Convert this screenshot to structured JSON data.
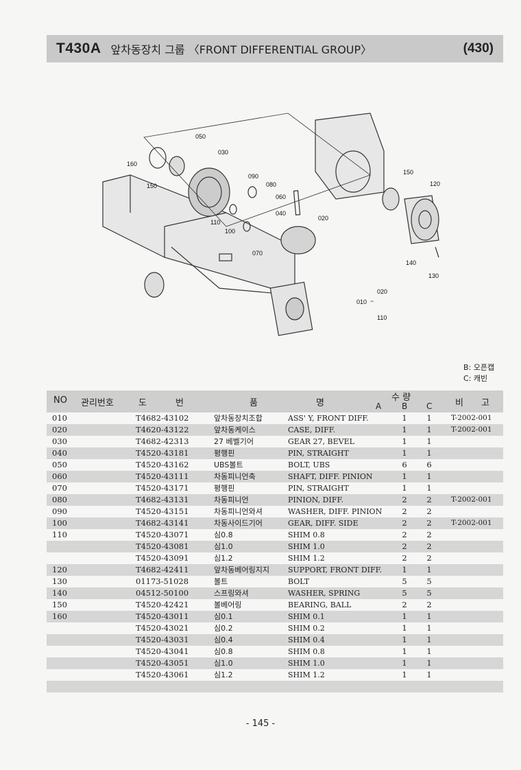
{
  "header": {
    "code": "T430A",
    "title": "앞차동장치 그룹 〈FRONT DIFFERENTIAL GROUP〉",
    "number": "(430)"
  },
  "diagram": {
    "callouts": [
      "050",
      "030",
      "160",
      "150",
      "090",
      "080",
      "060",
      "110",
      "100",
      "040",
      "020",
      "070",
      "150",
      "120",
      "140",
      "130",
      "010",
      "020",
      "~",
      "110"
    ]
  },
  "notes": {
    "b": "B: 오픈캡",
    "c": "C: 캐빈"
  },
  "table": {
    "headers": {
      "no": "NO",
      "mgmt": "관리번호",
      "part_no_1": "도",
      "part_no_2": "번",
      "name_1": "품",
      "name_2": "명",
      "qty": "수 량",
      "a": "A",
      "b": "B",
      "c": "C",
      "remark_1": "비",
      "remark_2": "고"
    },
    "rows": [
      {
        "no": "010",
        "part": "T4682-43102",
        "kr": "앞차동장치조합",
        "en": "ASS' Y, FRONT DIFF.",
        "b": "1",
        "c": "1",
        "rm": "T-2002-001"
      },
      {
        "no": "020",
        "part": "T4620-43122",
        "kr": "앞차동케이스",
        "en": "CASE, DIFF.",
        "b": "1",
        "c": "1",
        "rm": "T-2002-001"
      },
      {
        "no": "030",
        "part": "T4682-42313",
        "kr": "27 베벨기어",
        "en": "GEAR 27, BEVEL",
        "b": "1",
        "c": "1",
        "rm": ""
      },
      {
        "no": "040",
        "part": "T4520-43181",
        "kr": "평행핀",
        "en": "PIN, STRAIGHT",
        "b": "1",
        "c": "1",
        "rm": ""
      },
      {
        "no": "050",
        "part": "T4520-43162",
        "kr": "UBS볼트",
        "en": "BOLT, UBS",
        "b": "6",
        "c": "6",
        "rm": ""
      },
      {
        "no": "060",
        "part": "T4520-43111",
        "kr": "차동피니언축",
        "en": "SHAFT, DIFF. PINION",
        "b": "1",
        "c": "1",
        "rm": ""
      },
      {
        "no": "070",
        "part": "T4520-43171",
        "kr": "평행핀",
        "en": "PIN, STRAIGHT",
        "b": "1",
        "c": "1",
        "rm": ""
      },
      {
        "no": "080",
        "part": "T4682-43131",
        "kr": "차동피니언",
        "en": "PINION, DIFF.",
        "b": "2",
        "c": "2",
        "rm": "T-2002-001"
      },
      {
        "no": "090",
        "part": "T4520-43151",
        "kr": "차동피니언와셔",
        "en": "WASHER, DIFF. PINION",
        "b": "2",
        "c": "2",
        "rm": ""
      },
      {
        "no": "100",
        "part": "T4682-43141",
        "kr": "차동사이드기어",
        "en": "GEAR, DIFF. SIDE",
        "b": "2",
        "c": "2",
        "rm": "T-2002-001"
      },
      {
        "no": "110",
        "part": "T4520-43071",
        "kr": "심0.8",
        "en": "SHIM 0.8",
        "b": "2",
        "c": "2",
        "rm": ""
      },
      {
        "no": "",
        "part": "T4520-43081",
        "kr": "심1.0",
        "en": "SHIM 1.0",
        "b": "2",
        "c": "2",
        "rm": ""
      },
      {
        "no": "",
        "part": "T4520-43091",
        "kr": "심1.2",
        "en": "SHIM 1.2",
        "b": "2",
        "c": "2",
        "rm": ""
      },
      {
        "no": "120",
        "part": "T4682-42411",
        "kr": "앞차동베어링지지",
        "en": "SUPPORT, FRONT DIFF.",
        "b": "1",
        "c": "1",
        "rm": ""
      },
      {
        "no": "130",
        "part": "01173-51028",
        "kr": "볼트",
        "en": "BOLT",
        "b": "5",
        "c": "5",
        "rm": ""
      },
      {
        "no": "140",
        "part": "04512-50100",
        "kr": "스프링와셔",
        "en": "WASHER, SPRING",
        "b": "5",
        "c": "5",
        "rm": ""
      },
      {
        "no": "150",
        "part": "T4520-42421",
        "kr": "볼베어링",
        "en": "BEARING, BALL",
        "b": "2",
        "c": "2",
        "rm": ""
      },
      {
        "no": "160",
        "part": "T4520-43011",
        "kr": "심0.1",
        "en": "SHIM 0.1",
        "b": "1",
        "c": "1",
        "rm": ""
      },
      {
        "no": "",
        "part": "T4520-43021",
        "kr": "심0.2",
        "en": "SHIM 0.2",
        "b": "1",
        "c": "1",
        "rm": ""
      },
      {
        "no": "",
        "part": "T4520-43031",
        "kr": "심0.4",
        "en": "SHIM 0.4",
        "b": "1",
        "c": "1",
        "rm": ""
      },
      {
        "no": "",
        "part": "T4520-43041",
        "kr": "심0.8",
        "en": "SHIM 0.8",
        "b": "1",
        "c": "1",
        "rm": ""
      },
      {
        "no": "",
        "part": "T4520-43051",
        "kr": "심1.0",
        "en": "SHIM 1.0",
        "b": "1",
        "c": "1",
        "rm": ""
      },
      {
        "no": "",
        "part": "T4520-43061",
        "kr": "심1.2",
        "en": "SHIM 1.2",
        "b": "1",
        "c": "1",
        "rm": ""
      },
      {
        "no": "",
        "part": "",
        "kr": "",
        "en": "",
        "b": "",
        "c": "",
        "rm": ""
      }
    ]
  },
  "footer": {
    "page": "- 145 -"
  }
}
